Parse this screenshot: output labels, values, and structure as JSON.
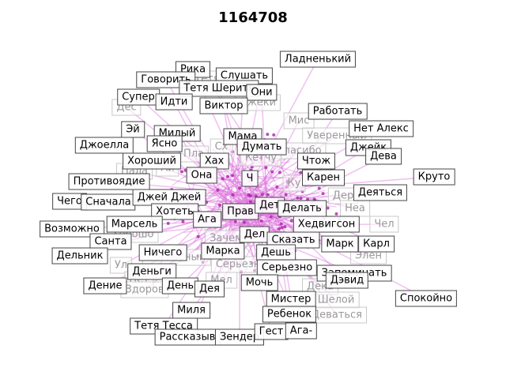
{
  "title": "1164708",
  "colors": {
    "edge": "#e07ae0",
    "core": "#cc33cc",
    "node": "#aa22aa"
  },
  "labels": [
    [
      "Ладненький",
      402,
      75,
      0
    ],
    [
      "Рика",
      244,
      88,
      0
    ],
    [
      "Говорить",
      210,
      101,
      0
    ],
    [
      "Слушать",
      309,
      96,
      0
    ],
    [
      "Тетя Шерить",
      277,
      112,
      0
    ],
    [
      "Они",
      331,
      117,
      0
    ],
    [
      "Супер",
      175,
      123,
      0
    ],
    [
      "Идти",
      220,
      129,
      0
    ],
    [
      "Виктор",
      283,
      134,
      0
    ],
    [
      "Работать",
      427,
      141,
      0
    ],
    [
      "Эй",
      168,
      164,
      0
    ],
    [
      "Милый",
      224,
      169,
      0
    ],
    [
      "Мама",
      307,
      173,
      0
    ],
    [
      "Нет Алекс",
      482,
      163,
      0
    ],
    [
      "Джоелла",
      132,
      184,
      0
    ],
    [
      "Ясно",
      208,
      182,
      0
    ],
    [
      "Думать",
      331,
      186,
      0
    ],
    [
      "Джейк",
      466,
      187,
      0
    ],
    [
      "Дева",
      485,
      198,
      0
    ],
    [
      "Хороший",
      192,
      204,
      0
    ],
    [
      "Хах",
      271,
      204,
      0
    ],
    [
      "Чтож",
      400,
      204,
      0
    ],
    [
      "Круто",
      549,
      224,
      0
    ],
    [
      "Противоядие",
      138,
      230,
      0
    ],
    [
      "Она",
      255,
      222,
      0
    ],
    [
      "Карен",
      409,
      225,
      0
    ],
    [
      "Чего",
      88,
      255,
      0
    ],
    [
      "Сначала",
      137,
      256,
      0
    ],
    [
      "Джей Джей",
      214,
      250,
      0
    ],
    [
      "Ч",
      316,
      226,
      0
    ],
    [
      "Деяться",
      481,
      244,
      0
    ],
    [
      "Хотеть",
      221,
      268,
      0
    ],
    [
      "Ага",
      262,
      278,
      0
    ],
    [
      "Прав",
      304,
      268,
      0
    ],
    [
      "Дет",
      341,
      260,
      0
    ],
    [
      "Делать",
      382,
      264,
      0
    ],
    [
      "Марсель",
      170,
      284,
      0
    ],
    [
      "Хедвигсон",
      413,
      284,
      0
    ],
    [
      "Возможно",
      91,
      290,
      0
    ],
    [
      "Дел",
      322,
      297,
      0
    ],
    [
      "Сказать",
      371,
      304,
      0
    ],
    [
      "Марк",
      430,
      309,
      0
    ],
    [
      "Карл",
      476,
      309,
      0
    ],
    [
      "Санта",
      140,
      306,
      0
    ],
    [
      "Дельник",
      101,
      324,
      0
    ],
    [
      "Ничего",
      206,
      320,
      0
    ],
    [
      "Марка",
      282,
      318,
      0
    ],
    [
      "Дешь",
      349,
      320,
      0
    ],
    [
      "Серьезно",
      363,
      339,
      0
    ],
    [
      "Деньги",
      192,
      344,
      0
    ],
    [
      "Запоминать",
      448,
      346,
      0
    ],
    [
      "Дэвид",
      439,
      355,
      0
    ],
    [
      "День",
      228,
      362,
      0
    ],
    [
      "Дея",
      265,
      366,
      0
    ],
    [
      "Мочь",
      328,
      358,
      0
    ],
    [
      "Мистер",
      368,
      379,
      0
    ],
    [
      "Спокойно",
      539,
      378,
      0
    ],
    [
      "Дение",
      133,
      362,
      0
    ],
    [
      "Миля",
      242,
      393,
      0
    ],
    [
      "Ребенок",
      366,
      398,
      0
    ],
    [
      "Тетя Тесса",
      207,
      413,
      0
    ],
    [
      "Рассказыв",
      237,
      427,
      0
    ],
    [
      "Зендер",
      303,
      427,
      0
    ],
    [
      "Гест",
      343,
      420,
      0
    ],
    [
      "Ага-",
      381,
      419,
      0
    ],
    [
      "Тетя",
      262,
      100,
      1
    ],
    [
      "Дес",
      160,
      136,
      1
    ],
    [
      "Джеки",
      326,
      130,
      1
    ],
    [
      "Мис",
      378,
      153,
      1
    ],
    [
      "Уверенный",
      426,
      172,
      1
    ],
    [
      "Сх",
      280,
      186,
      1
    ],
    [
      "Спасибо",
      378,
      191,
      1
    ],
    [
      "Кетчу",
      330,
      200,
      1
    ],
    [
      "Пла",
      245,
      195,
      1
    ],
    [
      "Пала",
      170,
      217,
      1
    ],
    [
      "Ай",
      212,
      213,
      1
    ],
    [
      "Ку",
      372,
      232,
      1
    ],
    [
      "Дер",
      434,
      248,
      1
    ],
    [
      "Неа",
      449,
      264,
      1
    ],
    [
      "Чел",
      486,
      284,
      1
    ],
    [
      "Хорошо",
      168,
      297,
      1
    ],
    [
      "Зачем",
      286,
      302,
      1
    ],
    [
      "Согласный",
      223,
      326,
      1
    ],
    [
      "Ул",
      153,
      336,
      1
    ],
    [
      "Нет",
      176,
      354,
      1
    ],
    [
      "Здоров",
      183,
      367,
      1
    ],
    [
      "Серьезно",
      305,
      335,
      1
    ],
    [
      "Элен",
      466,
      324,
      1
    ],
    [
      "Дека",
      405,
      363,
      1
    ],
    [
      "Шелой",
      425,
      380,
      1
    ],
    [
      "Деваться",
      426,
      399,
      1
    ],
    [
      "Мел",
      280,
      355,
      1
    ]
  ]
}
